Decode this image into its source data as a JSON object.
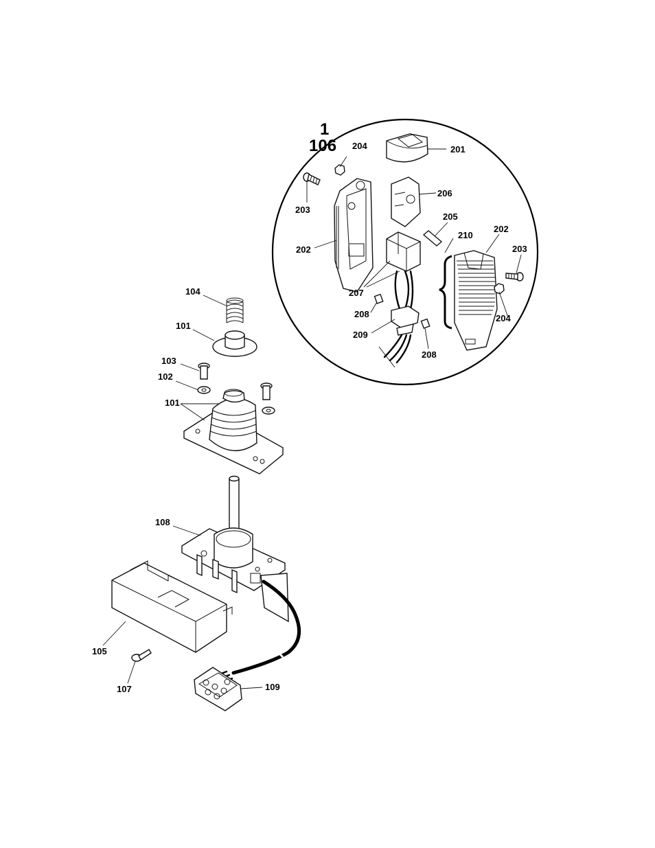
{
  "detail": {
    "line1": "1",
    "line2": "106"
  },
  "callouts": {
    "c201": "201",
    "c202a": "202",
    "c202b": "202",
    "c203a": "203",
    "c203b": "203",
    "c204a": "204",
    "c204b": "204",
    "c205": "205",
    "c206": "206",
    "c207": "207",
    "c208a": "208",
    "c208b": "208",
    "c209": "209",
    "c210": "210",
    "c101a": "101",
    "c101b": "101",
    "c102": "102",
    "c103": "103",
    "c104": "104",
    "c105": "105",
    "c107": "107",
    "c108": "108",
    "c109": "109"
  }
}
